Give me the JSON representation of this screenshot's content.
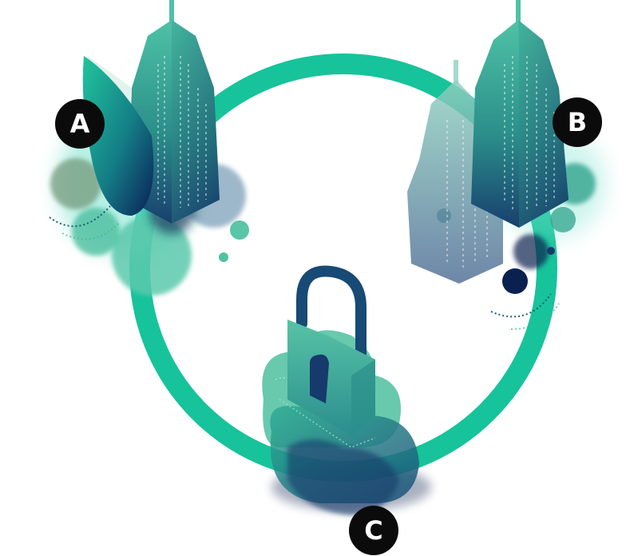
{
  "markers": {
    "a": "A",
    "b": "B",
    "c": "C"
  },
  "colors": {
    "ring": "#17c39b",
    "teal": "#2fae95",
    "teal_light": "#5cc9ad",
    "navy": "#163a6b",
    "deep_navy": "#0a2150",
    "slate": "#4f6f93",
    "marker_bg": "#0b0b0b",
    "marker_text": "#ffffff"
  },
  "icons": {
    "left_cluster": "office-buildings-icon",
    "right_cluster": "office-buildings-icon",
    "center": "padlock-icon",
    "under_lock": "cloud-icon"
  }
}
